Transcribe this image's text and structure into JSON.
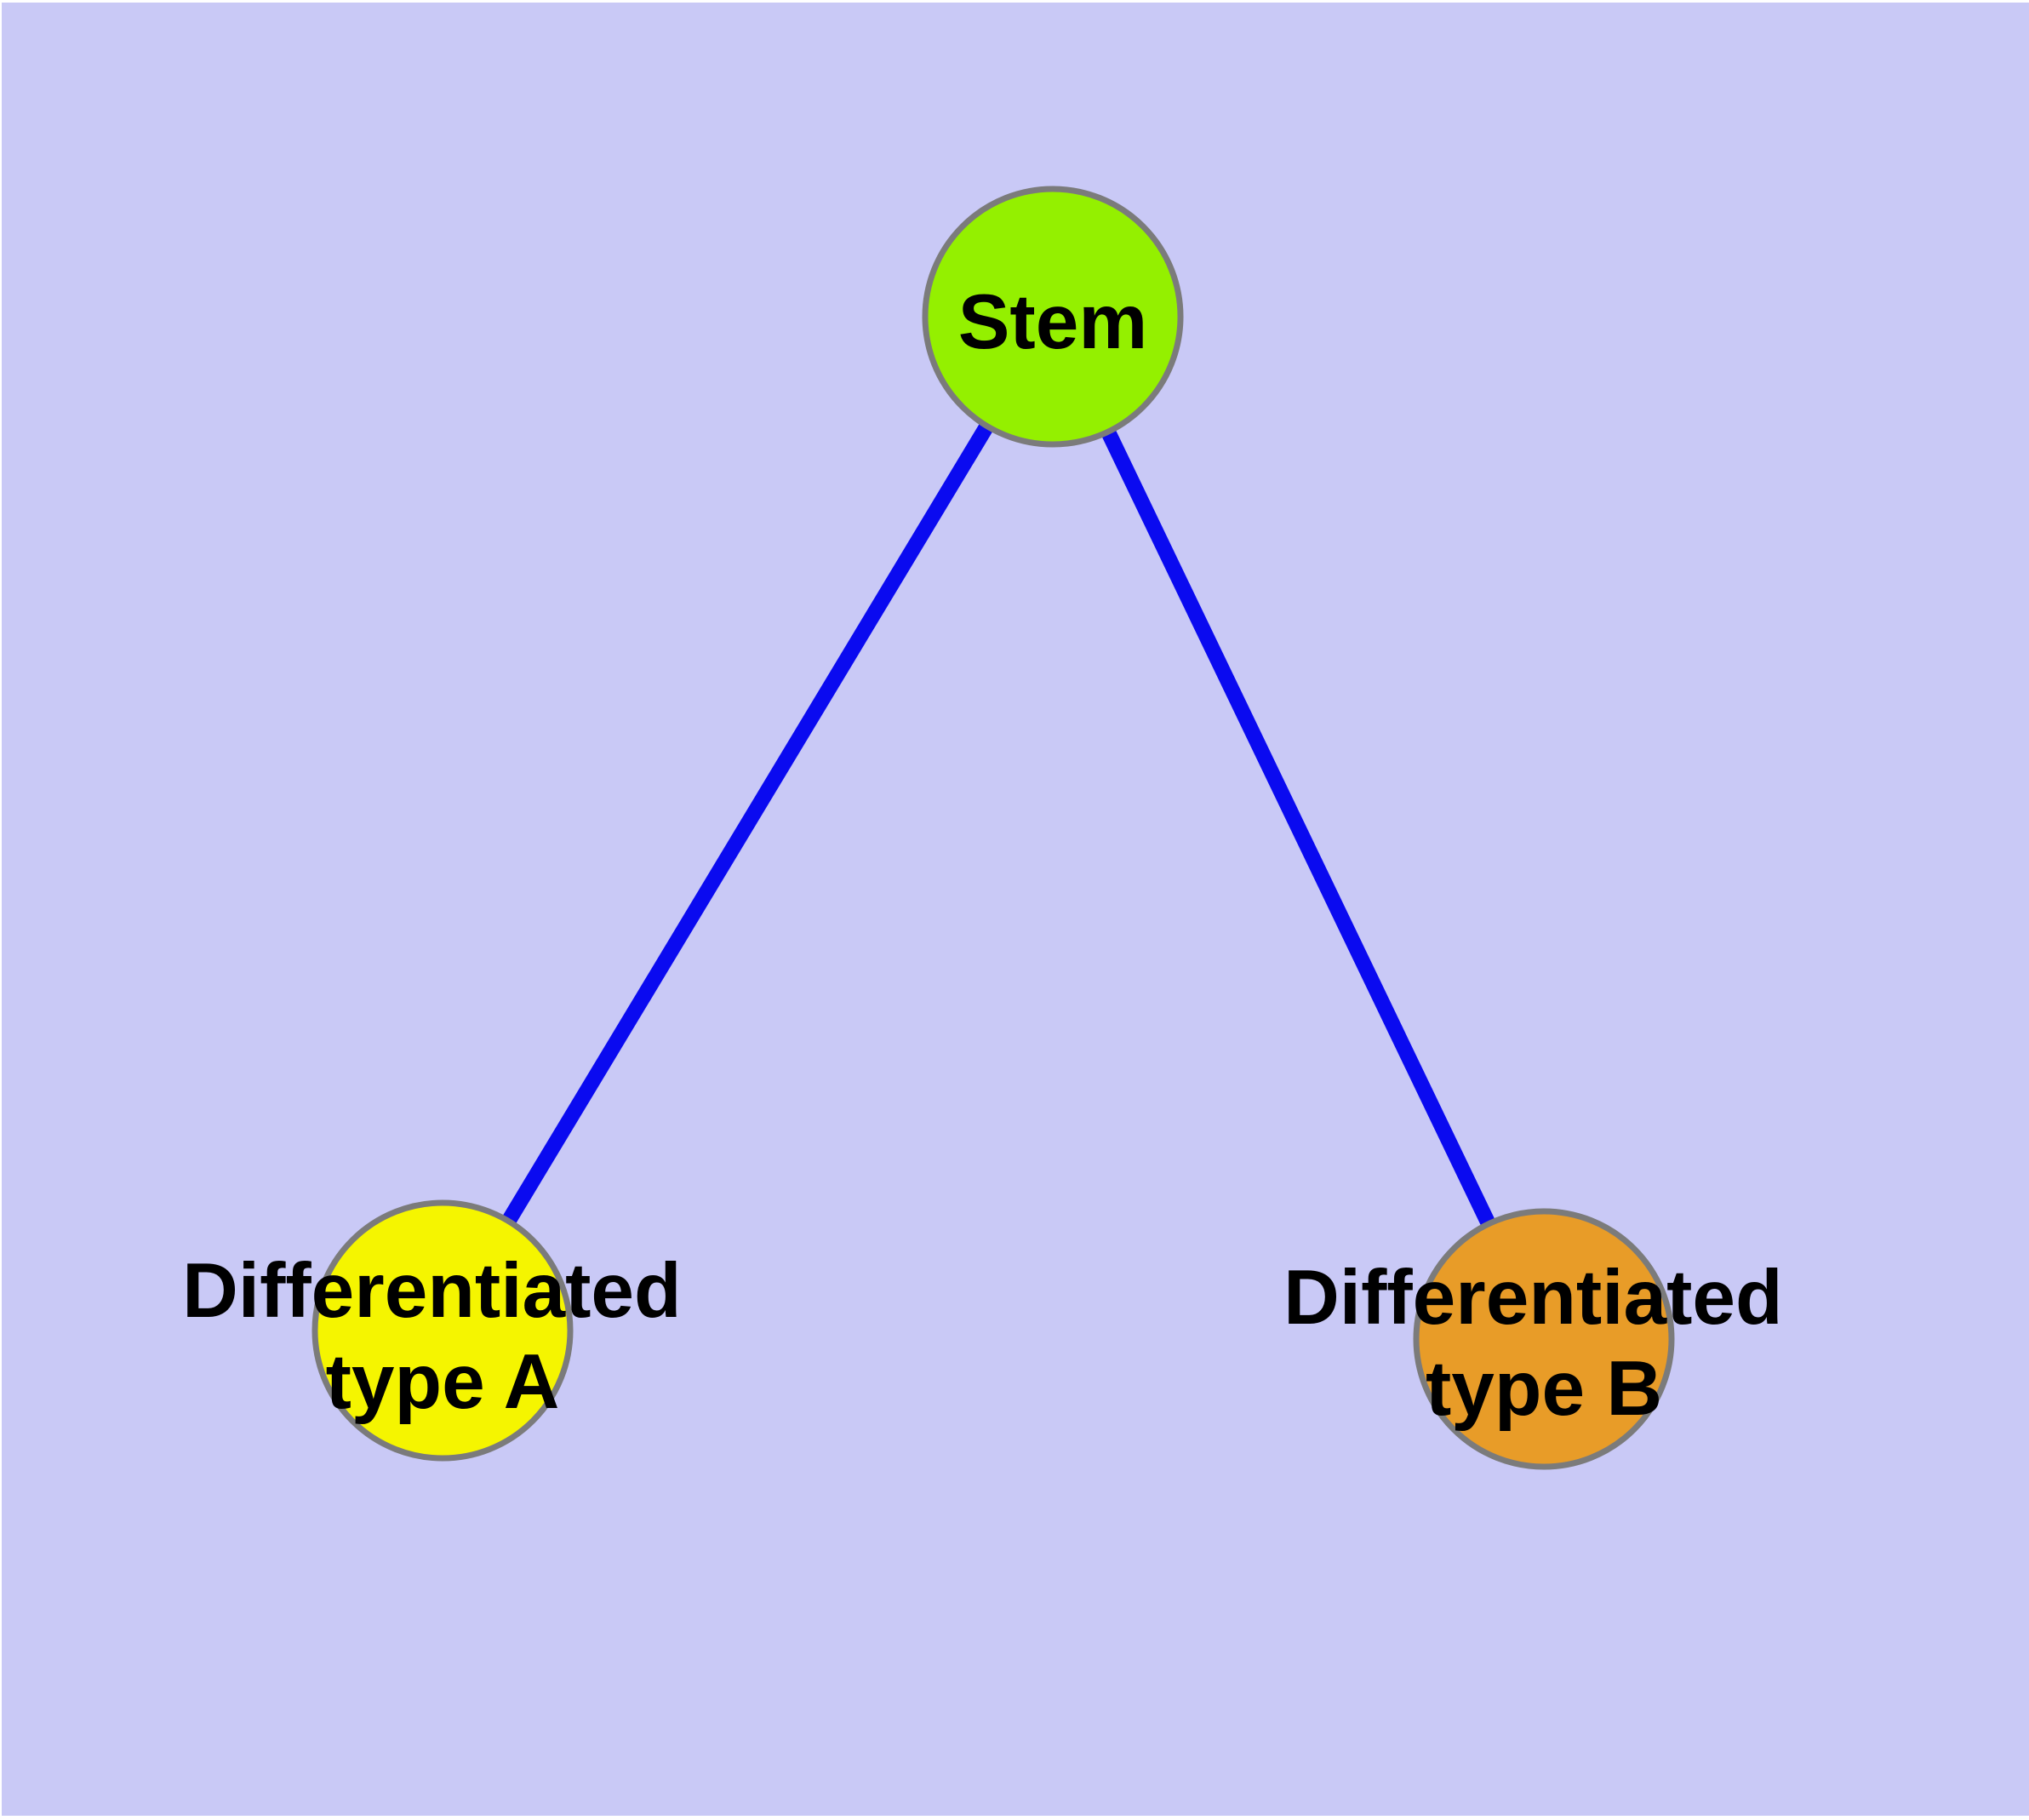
{
  "diagram": {
    "type": "graph",
    "background_color": "#c9c9f6",
    "edge_color": "#0a0af0",
    "node_border_color": "#7b7b7b",
    "label_color": "#000000",
    "nodes": [
      {
        "id": "stem",
        "label": "Stem",
        "fill": "#94f000"
      },
      {
        "id": "differentiated-type-a",
        "label_line1": "Differentiated",
        "label_line2": "type A",
        "fill": "#f5f500"
      },
      {
        "id": "differentiated-type-b",
        "label_line1": "Differentiated",
        "label_line2": "type B",
        "fill": "#e89c28"
      }
    ],
    "edges": [
      {
        "from": "Stem",
        "to": "Differentiated type A"
      },
      {
        "from": "Stem",
        "to": "Differentiated type B"
      }
    ]
  }
}
